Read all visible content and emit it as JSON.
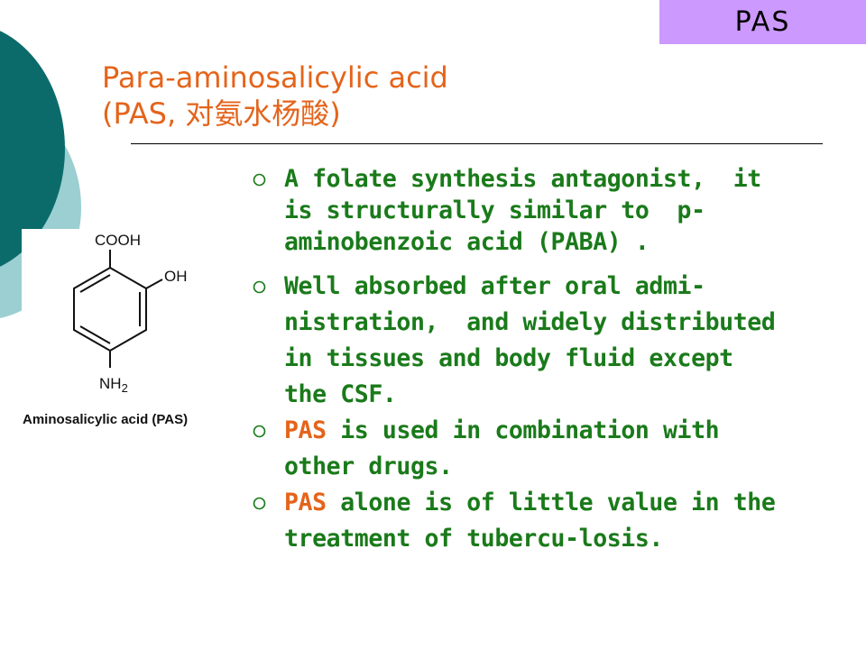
{
  "badge": {
    "label": "PAS"
  },
  "title": {
    "line1": "Para-aminosalicylic acid",
    "line2": "(PAS, 对氨水杨酸)"
  },
  "structure": {
    "cooh": "COOH",
    "oh": "OH",
    "nh": "NH",
    "nh_sub": "2",
    "caption": "Aminosalicylic acid (PAS)"
  },
  "bullets": [
    {
      "marker": "○",
      "lines": [
        "A folate synthesis antagonist,  it",
        "is structurally similar to  p-",
        "aminobenzoic acid (PABA) ."
      ]
    },
    {
      "marker": "○",
      "lines": [
        "Well absorbed after oral admi-",
        "nistration,  and widely distributed",
        "in tissues and body fluid except",
        "the CSF."
      ]
    },
    {
      "marker": "○",
      "highlight": "PAS",
      "line1_rest": " is used in combination with",
      "line2": "other drugs."
    },
    {
      "marker": "○",
      "highlight": "PAS",
      "line1_rest": " alone is of little value in the",
      "line2": "treatment of tubercu-losis."
    }
  ],
  "colors": {
    "teal": "#0b6b6b",
    "light_teal": "#9ccfd1",
    "badge_bg": "#cc99ff",
    "title": "#e4641b",
    "bullet_text": "#1a7a1a",
    "highlight": "#e4641b"
  }
}
